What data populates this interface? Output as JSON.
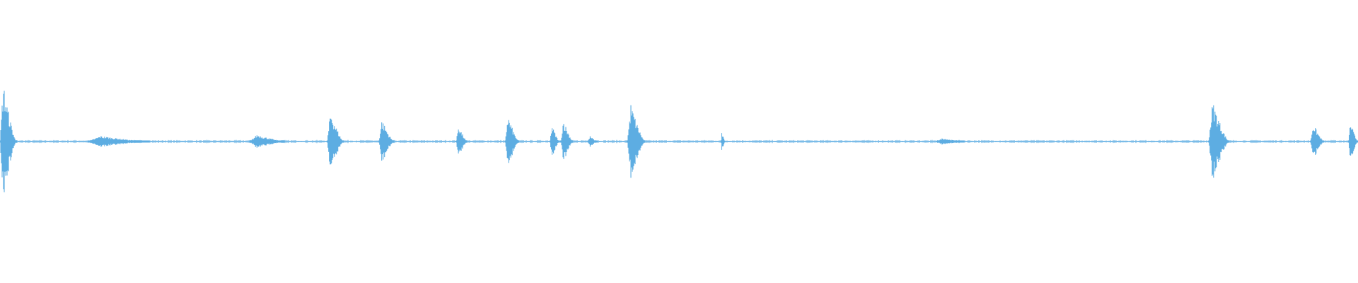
{
  "waveform": {
    "color": "#5dade2",
    "background": "#ffffff",
    "segments": [
      {
        "start": 0.0,
        "end": 0.012,
        "level": 0.42
      },
      {
        "start": 0.065,
        "end": 0.11,
        "level": 0.04
      },
      {
        "start": 0.184,
        "end": 0.21,
        "level": 0.05
      },
      {
        "start": 0.241,
        "end": 0.253,
        "level": 0.22
      },
      {
        "start": 0.279,
        "end": 0.29,
        "level": 0.16
      },
      {
        "start": 0.336,
        "end": 0.344,
        "level": 0.12
      },
      {
        "start": 0.372,
        "end": 0.382,
        "level": 0.19
      },
      {
        "start": 0.405,
        "end": 0.412,
        "level": 0.12
      },
      {
        "start": 0.413,
        "end": 0.422,
        "level": 0.16
      },
      {
        "start": 0.433,
        "end": 0.44,
        "level": 0.04
      },
      {
        "start": 0.462,
        "end": 0.475,
        "level": 0.27
      },
      {
        "start": 0.531,
        "end": 0.534,
        "level": 0.07
      },
      {
        "start": 0.69,
        "end": 0.71,
        "level": 0.025
      },
      {
        "start": 0.89,
        "end": 0.905,
        "level": 0.29
      },
      {
        "start": 0.965,
        "end": 0.975,
        "level": 0.13
      },
      {
        "start": 0.993,
        "end": 1.0,
        "level": 0.14
      }
    ]
  }
}
